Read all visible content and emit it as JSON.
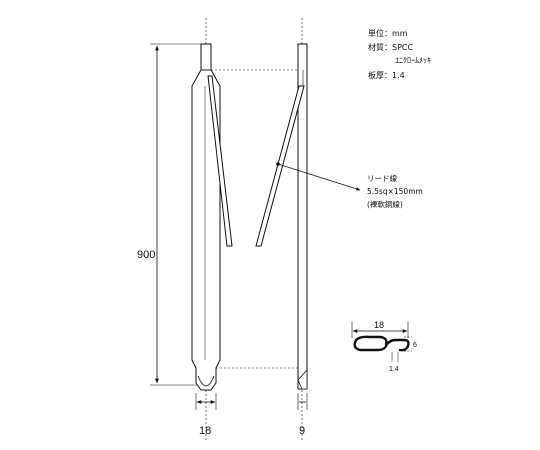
{
  "specs": {
    "unit": "単位：mm",
    "material": "材質：SPCC",
    "finish": "ﾕﾆｸﾛｰﾑﾒｯｷ",
    "thickness": "板厚：1.4"
  },
  "lead_wire": {
    "name": "リード線",
    "size": "5.5sq×150mm",
    "type": "(裸軟銅線)"
  },
  "dimensions": {
    "height": "900",
    "front_width": "18",
    "side_width": "9"
  },
  "cross_section": {
    "width": "18",
    "height": "6",
    "thickness": "1.4"
  }
}
